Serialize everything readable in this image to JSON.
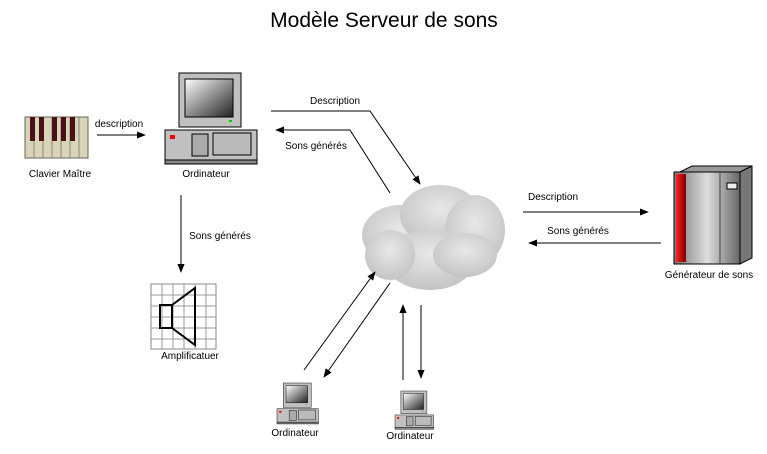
{
  "title": "Modèle Serveur de sons",
  "nodes": {
    "keyboard": "Clavier Maître",
    "main_computer": "Ordinateur",
    "amplifier": "Amplificatuer",
    "sound_generator": "Générateur de sons",
    "client_computer_1": "Ordinateur",
    "client_computer_2": "Ordinateur"
  },
  "edges": {
    "keyboard_to_computer": "description",
    "computer_to_network": "Description",
    "network_to_computer": "Sons  générés",
    "computer_to_amplifier": "Sons générés",
    "network_to_generator": "Description",
    "generator_to_network": "Sons générés"
  },
  "colors": {
    "server_red": "#cc0000",
    "cloud": "#d0d0d0",
    "screen": "#555555"
  }
}
